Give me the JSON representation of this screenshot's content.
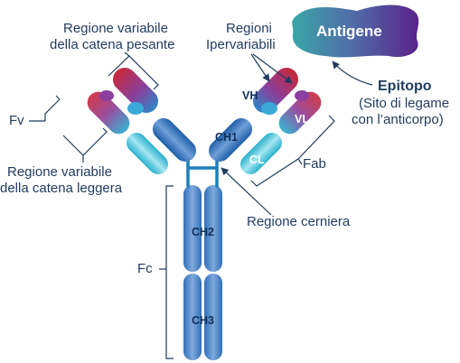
{
  "labels": {
    "heavy_variable_line1": "Regione variabile",
    "heavy_variable_line2": "della catena pesante",
    "hypervariable_line1": "Regioni",
    "hypervariable_line2": "Ipervariabili",
    "antigen": "Antigene",
    "epitope_title": "Epitopo",
    "epitope_line1": "(Sito di legame",
    "epitope_line2": "con l’anticorpo)",
    "fv": "Fv",
    "light_variable_line1": "Regione variabile",
    "light_variable_line2": "della catena leggera",
    "fab": "Fab",
    "hinge": "Regione cerniera",
    "fc": "Fc"
  },
  "domains": {
    "vh": "VH",
    "vl": "VL",
    "ch1": "CH1",
    "cl": "CL",
    "ch2": "CH2",
    "ch3": "CH3"
  },
  "colors": {
    "heavy_blue": "#3f7fc4",
    "light_cyan": "#4cc3dc",
    "variable_red": "#c8283a",
    "variable_purple": "#7b3e9a",
    "hinge": "#1c7fb8",
    "antigen_dark": "#4a1f7a",
    "antigen_light": "#3aa6a8",
    "text": "#1f3b5e"
  }
}
